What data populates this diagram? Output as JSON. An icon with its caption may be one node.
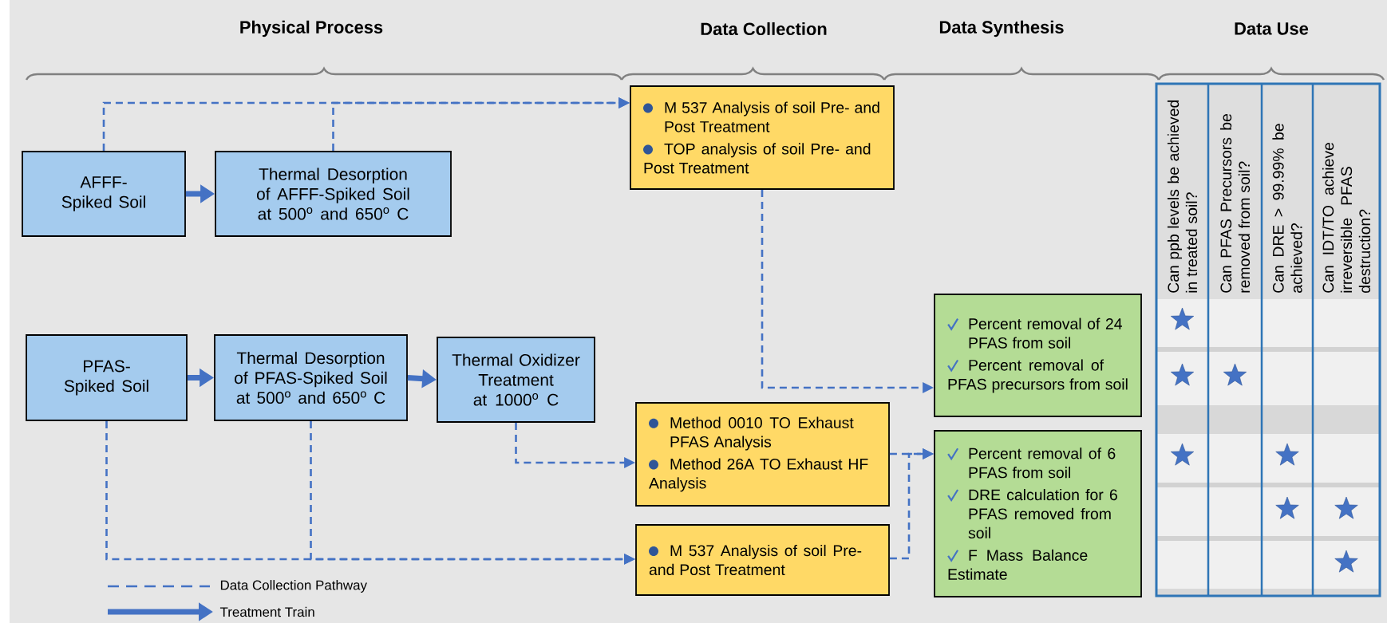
{
  "diagram": {
    "nodes": [
      {
        "text": [
          "AFFF-Spiked Soil"
        ]
      },
      {
        "text": [
          "Thermal Desorption of AFFF-Spiked Soil at 500$^{o}$ and 650$^{o}$ C"
        ]
      },
      {
        "text": [
          "M 537 Analysis of soil Pre- and Post Treatment",
          "TOP analysis of soil Pre- and Post Treatment"
        ]
      },
      {
        "text": [
          "PFAS-Spiked Soil"
        ]
      },
      {
        "text": [
          "Thermal Desorption of PFAS-Spiked Soil at 500$^{o}$ and 650$^{o}$ C"
        ]
      },
      {
        "text": [
          "Thermal Oxidizer Treatment at 1000$^{o}$ C"
        ]
      },
      {
        "text": [
          "Method 0010 TO Exhaust PFAS Analysis",
          "Method 26A TO Exhaust HF Analysis"
        ]
      },
      {
        "text": [
          "M 537 Analysis of soil Pre- and Post Treatment"
        ]
      },
      {
        "text": [
          "Percent removal of 24  PFAS from soil",
          "Percent removal of PFAS precursors from soil"
        ]
      },
      {
        "text": [
          "Percent removal of 6 PFAS from soil",
          "DRE calculation for 6 PFAS removed from soil",
          "F Mass Balance Estimate"
        ]
      }
    ],
    "edges": [
      {
        "from": 0,
        "to": 1,
        "arrow": "to",
        "style": "thick"
      },
      {
        "from": 0,
        "to": 2,
        "arrow": "to",
        "style": "dashed"
      },
      {
        "from": 1,
        "to": 2,
        "arrow": "to",
        "style": "dashed"
      },
      {
        "from": 3,
        "to": 4,
        "arrow": "to",
        "style": "thick"
      },
      {
        "from": 4,
        "to": 5,
        "arrow": "to",
        "style": "thick"
      },
      {
        "from": 2,
        "to": 8,
        "arrow": "to",
        "style": "dashed"
      },
      {
        "from": 5,
        "to": 6,
        "arrow": "to",
        "style": "dashed"
      },
      {
        "from": 3,
        "to": 7,
        "arrow": "to",
        "style": "dashed"
      },
      {
        "from": 4,
        "to": 7,
        "arrow": "to",
        "style": "dashed"
      },
      {
        "from": 6,
        "to": 9,
        "arrow": "to",
        "style": "dashed"
      },
      {
        "from": 7,
        "to": 9,
        "arrow": "to",
        "style": "dashed"
      }
    ],
    "labels": [
      "Physical Process",
      "Data Collection",
      "Data Synthesis",
      "Data Use",
      "Can ppb levels be achieved in treated soil?",
      "Can PFAS Precursors be removed from soil?",
      "Can DRE > 99.99% be achieved?",
      "Can IDT/TO achieve irreversible PFAS destruction?"
    ],
    "legend": [
      {
        "text": "Data Collection Pathway"
      },
      {
        "text": "Treatment Train"
      }
    ]
  }
}
